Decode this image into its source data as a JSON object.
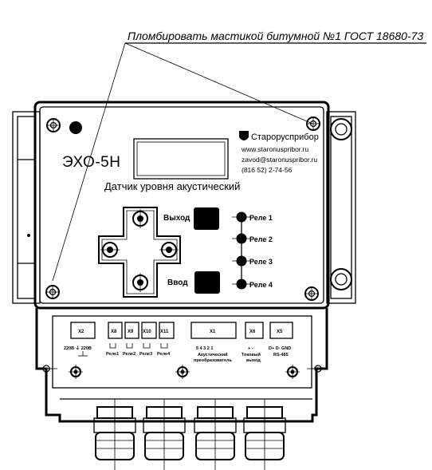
{
  "note": "Пломбировать мастикой битумной №1 ГОСТ 18680-73",
  "device": {
    "model": "ЭХО-5Н",
    "title": "Датчик уровня акустический"
  },
  "manufacturer": {
    "name": "Старорусприбор",
    "website": "www.staronuspribor.ru",
    "email": "zavod@staronuspribor.ru",
    "phone": "(816 52) 2-74-56"
  },
  "controls": {
    "output_label": "Выход",
    "input_label": "Ввод"
  },
  "relays": [
    "Реле 1",
    "Реле 2",
    "Реле 3",
    "Реле 4"
  ],
  "terminals": {
    "power": {
      "id": "X2",
      "sub": "220В ⏚ 220В"
    },
    "relays": [
      {
        "id": "X8",
        "sub": "Реле1"
      },
      {
        "id": "X9",
        "sub": "Реле2"
      },
      {
        "id": "X10",
        "sub": "Реле3"
      },
      {
        "id": "X11",
        "sub": "Реле4"
      }
    ],
    "transducer": {
      "id": "X1",
      "pins": "5 4 3 2 1",
      "sub1": "Акустический",
      "sub2": "преобразователь"
    },
    "current": {
      "id": "X6",
      "pins": "+ -",
      "sub1": "Токовый",
      "sub2": "выход"
    },
    "rs485": {
      "id": "X5",
      "pins": "D+ D- GND",
      "sub1": "RS-485"
    }
  }
}
